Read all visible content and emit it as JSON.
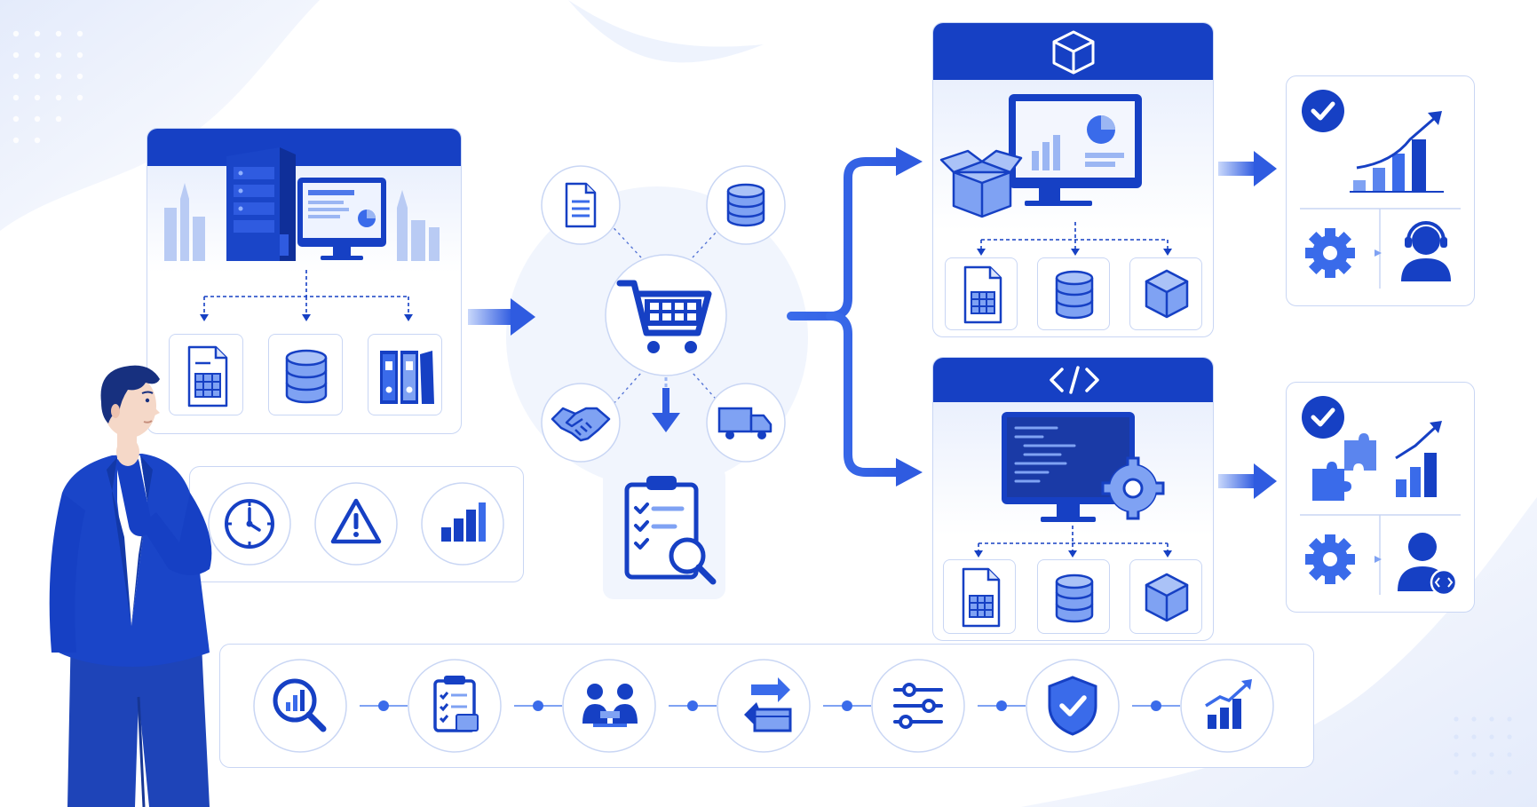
{
  "colors": {
    "primary": "#1640c4",
    "primary_mid": "#3a6bea",
    "primary_light": "#7fa2f3",
    "tint": "#eaf0fd",
    "tint_strong": "#dbe5fb",
    "border": "#c9d6f4",
    "white": "#ffffff"
  },
  "diagram": {
    "legacy_system": {
      "illustration": "server-and-monitor-with-city-skyline",
      "outputs": [
        "spreadsheet-document-icon",
        "database-icon",
        "binders-icon"
      ],
      "pain_points": [
        "clock-gauge-icon",
        "warning-triangle-icon",
        "bar-chart-icon"
      ]
    },
    "ecommerce_hub": {
      "center": "shopping-cart-icon",
      "satellites": [
        "document-icon",
        "database-icon",
        "handshake-icon",
        "delivery-truck-icon"
      ],
      "result": "clipboard-checklist-magnifier-icon"
    },
    "path_packaged": {
      "header_icon": "cube-icon",
      "illustration": "monitor-dashboard-with-open-box",
      "outputs": [
        "spreadsheet-document-icon",
        "database-icon",
        "cube-icon"
      ],
      "outcome": [
        "check-circle-icon",
        "growth-chart-icon",
        "gear-icon",
        "support-agent-icon"
      ]
    },
    "path_custom": {
      "header_icon": "code-brackets-icon",
      "illustration": "monitor-code-with-gear",
      "outputs": [
        "spreadsheet-document-icon",
        "database-icon",
        "cube-icon"
      ],
      "outcome": [
        "check-circle-icon",
        "puzzle-pieces-icon",
        "growth-chart-icon",
        "gear-icon",
        "developer-icon"
      ]
    },
    "process_steps": [
      "analysis-search-icon",
      "requirements-checklist-icon",
      "collaboration-meeting-icon",
      "data-migration-icon",
      "configuration-sliders-icon",
      "security-shield-icon",
      "growth-results-icon"
    ],
    "person": "thinking-businessman"
  }
}
